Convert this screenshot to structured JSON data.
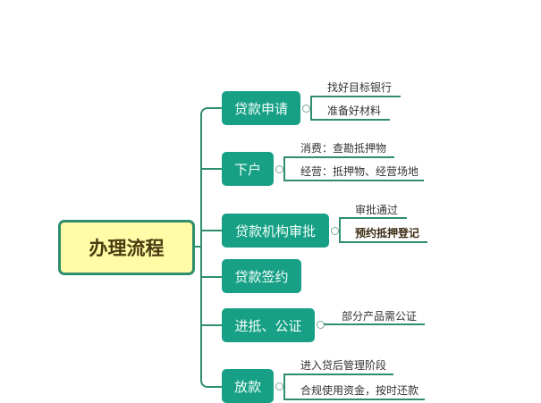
{
  "root": {
    "label": "办理流程"
  },
  "branches": [
    {
      "label": "贷款申请",
      "children": [
        "找好目标银行",
        "准备好材料"
      ]
    },
    {
      "label": "下户",
      "children": [
        "消费：查勘抵押物",
        "经营：抵押物、经营场地"
      ]
    },
    {
      "label": "贷款机构审批",
      "children": [
        "审批通过",
        "预约抵押登记"
      ]
    },
    {
      "label": "贷款签约",
      "children": []
    },
    {
      "label": "进抵、公证",
      "children": [
        "部分产品需公证"
      ]
    },
    {
      "label": "放款",
      "children": [
        "进入贷后管理阶段",
        "合规使用资金，按时还款"
      ]
    }
  ],
  "colors": {
    "node_fill": "#18A086",
    "root_fill": "#FFFBA6",
    "line": "#2E8E6C"
  }
}
